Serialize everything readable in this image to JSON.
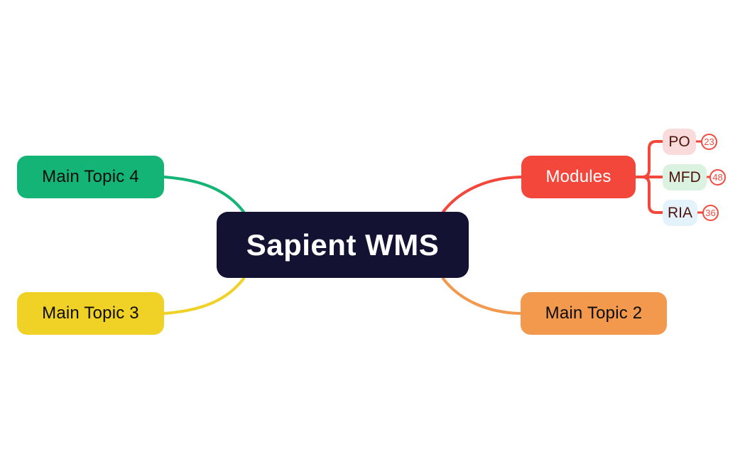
{
  "root": {
    "label": "Sapient WMS"
  },
  "branches": {
    "main_topic_4": {
      "label": "Main Topic 4"
    },
    "main_topic_3": {
      "label": "Main Topic 3"
    },
    "modules": {
      "label": "Modules"
    },
    "main_topic_2": {
      "label": "Main Topic 2"
    }
  },
  "modules_children": [
    {
      "label": "PO",
      "count": "23"
    },
    {
      "label": "MFD",
      "count": "48"
    },
    {
      "label": "RIA",
      "count": "36"
    }
  ],
  "colors": {
    "background": "#ffffff",
    "root_bg": "#141233",
    "root_text": "#ffffff",
    "green": "#13B476",
    "yellow": "#F0D125",
    "red": "#F4473C",
    "orange": "#F2994D",
    "po_bg": "#FADBDB",
    "mfd_bg": "#DBF2E1",
    "ria_bg": "#E3F2FB",
    "subtopic_text": "#4E130D",
    "badge": "#F24B40"
  }
}
